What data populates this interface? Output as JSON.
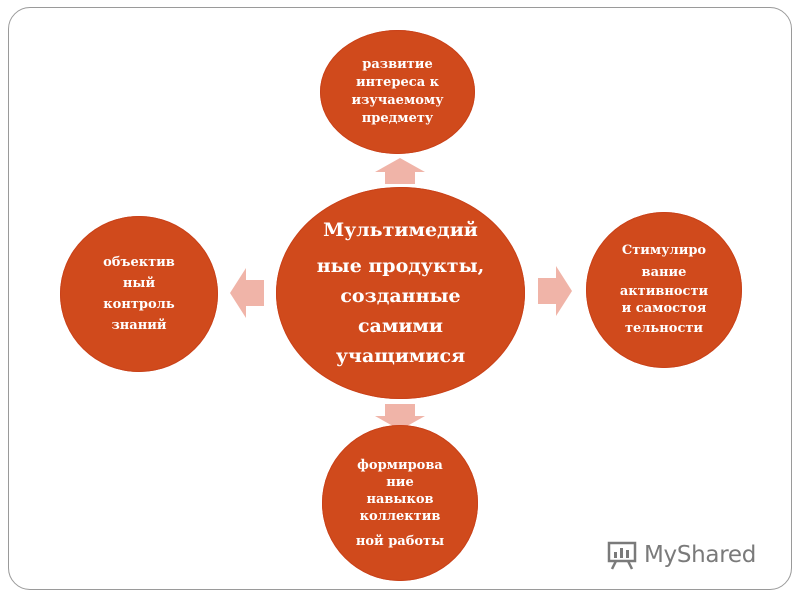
{
  "diagram": {
    "center": {
      "lines": [
        "Мультимедий",
        "ные продукты,",
        "созданные",
        "самими",
        "учащимися"
      ]
    },
    "nodes": {
      "top": {
        "lines": [
          "развитие",
          "интереса к",
          "изучаемому",
          "предмету"
        ]
      },
      "left": {
        "lines": [
          "объектив",
          "ный",
          "контроль",
          "знаний"
        ]
      },
      "right": {
        "lines": [
          "Стимулиро",
          "вание",
          "активности",
          "и самостоя",
          "тельности"
        ]
      },
      "bottom": {
        "lines": [
          "формирова",
          "ние",
          "навыков",
          "коллектив",
          "ной работы"
        ]
      }
    },
    "colors": {
      "node_fill": "#d04a1c",
      "arrow_fill": "#f0b4a8",
      "text": "#ffffff"
    }
  },
  "watermark": {
    "text": "MyShared",
    "icon": "presentation-board-icon"
  }
}
